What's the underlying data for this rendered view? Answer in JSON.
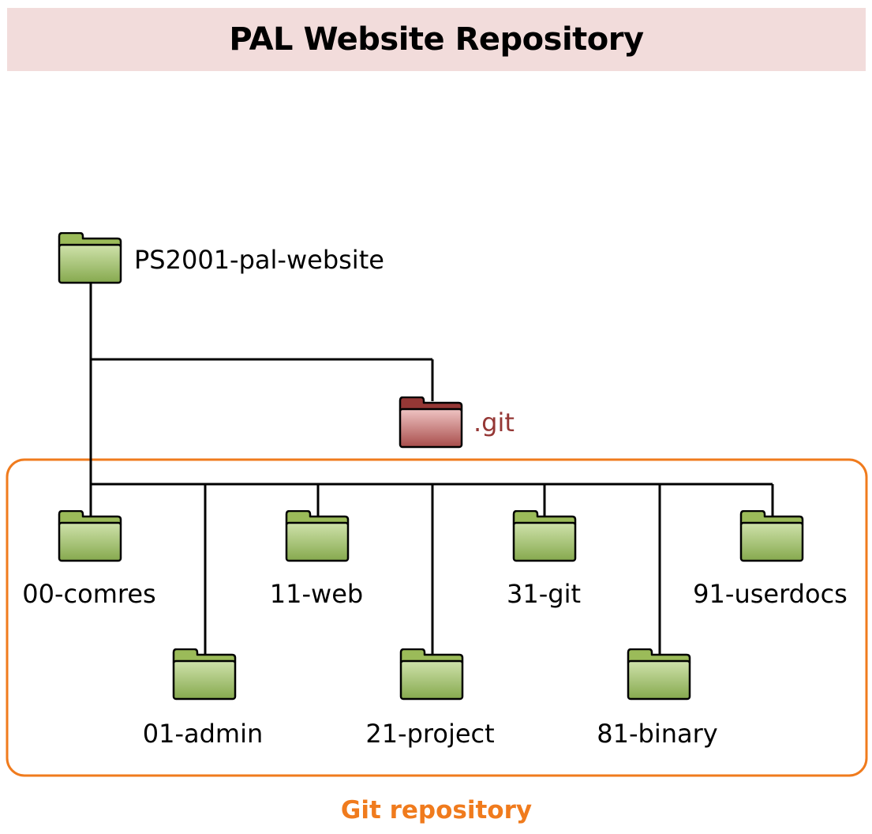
{
  "title": "PAL Website Repository",
  "root": {
    "label": "PS2001-pal-website",
    "icon": "folder-icon"
  },
  "git_folder": {
    "label": ".git",
    "icon": "folder-icon"
  },
  "repository": {
    "label": "Git repository"
  },
  "folders": [
    {
      "label": "00-comres",
      "icon": "folder-icon"
    },
    {
      "label": "01-admin",
      "icon": "folder-icon"
    },
    {
      "label": "11-web",
      "icon": "folder-icon"
    },
    {
      "label": "21-project",
      "icon": "folder-icon"
    },
    {
      "label": "31-git",
      "icon": "folder-icon"
    },
    {
      "label": "81-binary",
      "icon": "folder-icon"
    },
    {
      "label": "91-userdocs",
      "icon": "folder-icon"
    }
  ],
  "colors": {
    "title_background": "#f2dcdb",
    "repository_border": "#f07b1d",
    "git_label": "#953735",
    "folder_green_tab": "#9bbb59",
    "folder_green_light": "#c8dca0",
    "folder_green_dark": "#8fb155",
    "folder_red_tab": "#953735",
    "folder_red_light": "#e8b7b6",
    "folder_red_dark": "#b65a58"
  }
}
